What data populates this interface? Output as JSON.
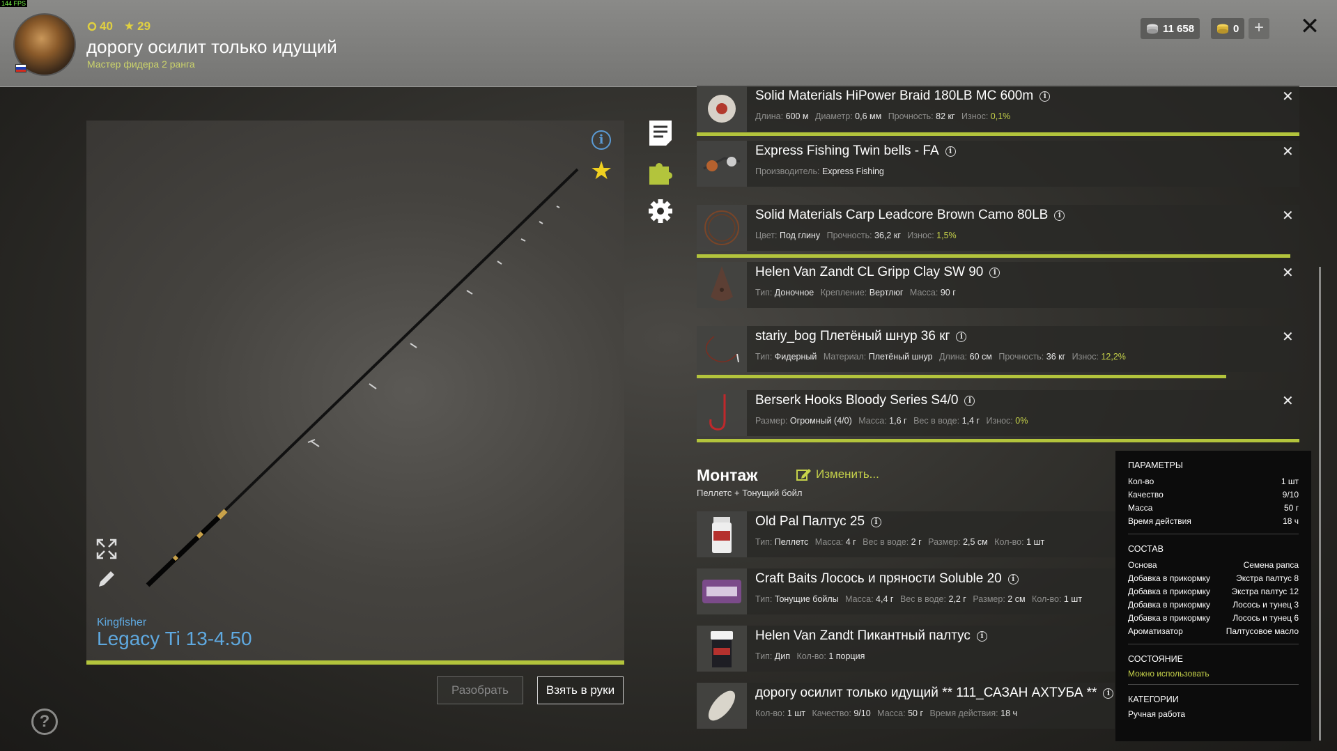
{
  "fps": "144 FPS",
  "header": {
    "level": "40",
    "stars": "29",
    "player_name": "дорогу осилит только идущий",
    "player_rank": "Мастер фидера 2 ранга",
    "silver": "11 658",
    "gold": "0",
    "plus": "+",
    "close": "✕"
  },
  "rod": {
    "brand": "Kingfisher",
    "name": "Legacy Ti 13-4.50",
    "disassemble_label": "Разобрать",
    "take_label": "Взять в руки"
  },
  "items": [
    {
      "name": "Solid Materials HiPower Braid 180LB MC 600m",
      "details": [
        {
          "label": "Длина:",
          "value": "600 м"
        },
        {
          "label": "Диаметр:",
          "value": "0,6 мм"
        },
        {
          "label": "Прочность:",
          "value": "82 кг"
        },
        {
          "label": "Износ:",
          "value": "0,1%",
          "green": true
        }
      ],
      "wear_remaining": 0.999
    },
    {
      "name": "Express Fishing Twin bells - FA",
      "details": [
        {
          "label": "Производитель:",
          "value": "Express Fishing"
        }
      ]
    },
    {
      "name": "Solid Materials Carp Leadcore Brown Camo 80LB",
      "details": [
        {
          "label": "Цвет:",
          "value": "Под глину"
        },
        {
          "label": "Прочность:",
          "value": "36,2 кг"
        },
        {
          "label": "Износ:",
          "value": "1,5%",
          "green": true
        }
      ],
      "wear_remaining": 0.985
    },
    {
      "name": "Helen Van Zandt CL Gripp Clay SW 90",
      "details": [
        {
          "label": "Тип:",
          "value": "Доночное"
        },
        {
          "label": "Крепление:",
          "value": "Вертлюг"
        },
        {
          "label": "Масса:",
          "value": "90 г"
        }
      ]
    },
    {
      "name": "stariy_bog Плетёный шнур 36 кг",
      "details": [
        {
          "label": "Тип:",
          "value": "Фидерный"
        },
        {
          "label": "Материал:",
          "value": "Плетёный шнур"
        },
        {
          "label": "Длина:",
          "value": "60 см"
        },
        {
          "label": "Прочность:",
          "value": "36 кг"
        },
        {
          "label": "Износ:",
          "value": "12,2%",
          "green": true
        }
      ],
      "wear_remaining": 0.878
    },
    {
      "name": "Berserk Hooks Bloody Series S4/0",
      "details": [
        {
          "label": "Размер:",
          "value": "Огромный (4/0)"
        },
        {
          "label": "Масса:",
          "value": "1,6 г"
        },
        {
          "label": "Вес в воде:",
          "value": "1,4 г"
        },
        {
          "label": "Износ:",
          "value": "0%",
          "green": true
        }
      ],
      "wear_remaining": 1.0
    }
  ],
  "montage": {
    "title": "Монтаж",
    "subtitle": "Пеллетс  +  Тонущий бойл",
    "edit_label": "Изменить...",
    "items": [
      {
        "name": "Old Pal Палтус 25",
        "details": [
          {
            "label": "Тип:",
            "value": "Пеллетс"
          },
          {
            "label": "Масса:",
            "value": "4 г"
          },
          {
            "label": "Вес в воде:",
            "value": "2 г"
          },
          {
            "label": "Размер:",
            "value": "2,5 см"
          },
          {
            "label": "Кол-во:",
            "value": "1 шт"
          }
        ]
      },
      {
        "name": "Craft Baits Лосось и пряности Soluble 20",
        "details": [
          {
            "label": "Тип:",
            "value": "Тонущие бойлы"
          },
          {
            "label": "Масса:",
            "value": "4,4 г"
          },
          {
            "label": "Вес в воде:",
            "value": "2,2 г"
          },
          {
            "label": "Размер:",
            "value": "2 см"
          },
          {
            "label": "Кол-во:",
            "value": "1 шт"
          }
        ]
      },
      {
        "name": "Helen Van Zandt Пикантный палтус",
        "details": [
          {
            "label": "Тип:",
            "value": "Дип"
          },
          {
            "label": "Кол-во:",
            "value": "1 порция"
          }
        ]
      },
      {
        "name": "дорогу осилит только идущий ** 111_САЗАН АХТУБА **",
        "details": [
          {
            "label": "Кол-во:",
            "value": "1 шт"
          },
          {
            "label": "Качество:",
            "value": "9/10"
          },
          {
            "label": "Масса:",
            "value": "50 г"
          },
          {
            "label": "Время действия:",
            "value": "18 ч"
          }
        ]
      }
    ]
  },
  "tooltip": {
    "params_title": "ПАРАМЕТРЫ",
    "params": [
      {
        "k": "Кол-во",
        "v": "1 шт"
      },
      {
        "k": "Качество",
        "v": "9/10"
      },
      {
        "k": "Масса",
        "v": "50 г"
      },
      {
        "k": "Время действия",
        "v": "18 ч"
      }
    ],
    "composition_title": "СОСТАВ",
    "composition": [
      {
        "k": "Основа",
        "v": "Семена рапса"
      },
      {
        "k": "Добавка в прикормку",
        "v": "Экстра палтус 8"
      },
      {
        "k": "Добавка в прикормку",
        "v": "Экстра палтус 12"
      },
      {
        "k": "Добавка в прикормку",
        "v": "Лосось и тунец 3"
      },
      {
        "k": "Добавка в прикормку",
        "v": "Лосось и тунец 6"
      },
      {
        "k": "Ароматизатор",
        "v": "Палтусовое масло"
      }
    ],
    "state_title": "СОСТОЯНИЕ",
    "state_value": "Можно использовать",
    "categories_title": "КАТЕГОРИИ",
    "categories_value": "Ручная работа"
  },
  "colors": {
    "accent_green": "#b3c43c",
    "link_blue": "#5fa9e0",
    "gold": "#f0d020"
  }
}
